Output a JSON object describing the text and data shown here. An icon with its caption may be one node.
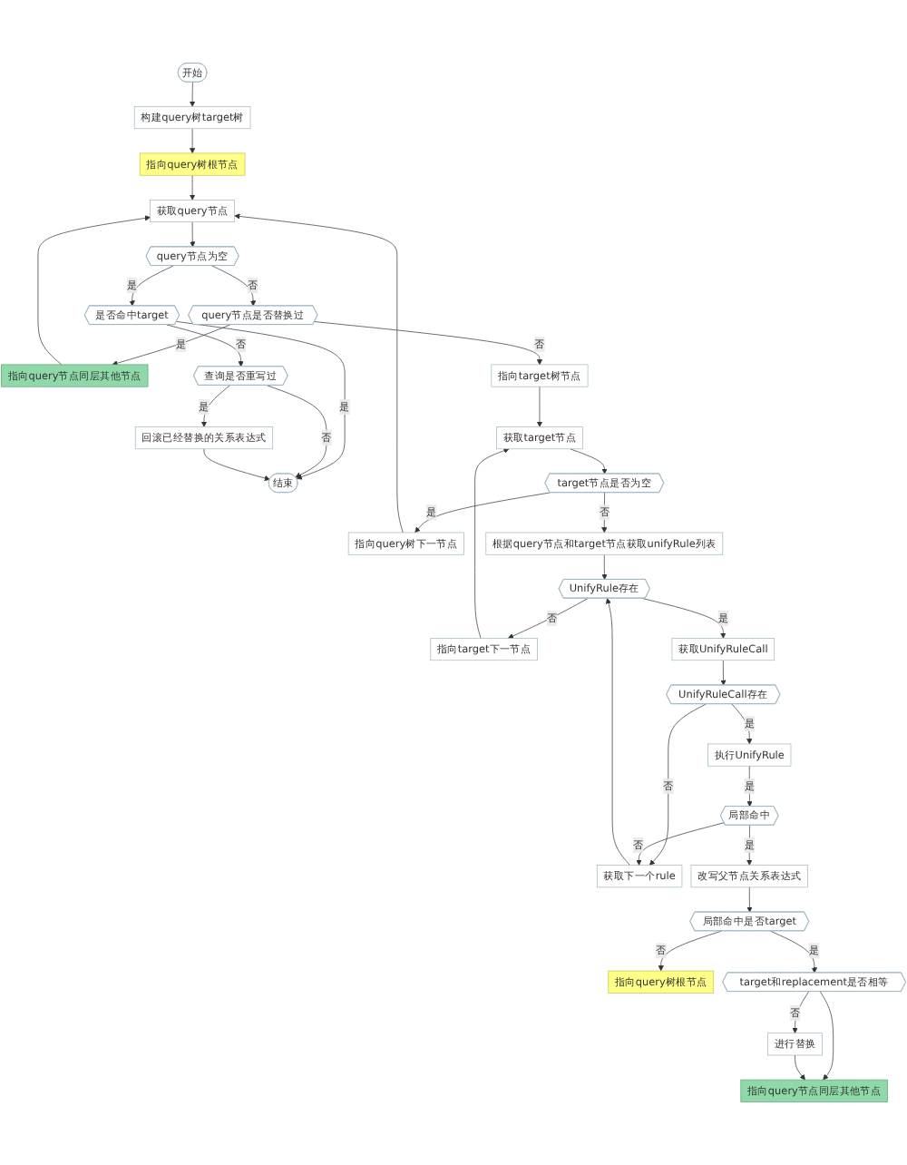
{
  "diagram": {
    "nodes": [
      {
        "text": [
          "开始"
        ]
      },
      {
        "text": [
          "构建query树target树"
        ]
      },
      {
        "text": [
          "指向query树根节点"
        ]
      },
      {
        "text": [
          "指向query树下一节点"
        ]
      },
      {
        "text": [
          "指向query节点同层其他节点"
        ]
      },
      {
        "text": [
          "获取query节点"
        ]
      },
      {
        "text": [
          "query节点为空"
        ]
      },
      {
        "text": [
          "query节点是否替换过"
        ]
      },
      {
        "text": [
          "是否命中target"
        ]
      },
      {
        "text": [
          "指向target下一节点"
        ]
      },
      {
        "text": [
          "指向target树节点"
        ]
      },
      {
        "text": [
          "获取target节点"
        ]
      },
      {
        "text": [
          "查询是否重写过"
        ]
      },
      {
        "text": [
          "回滚已经替换的关系表达式"
        ]
      },
      {
        "text": [
          "结束"
        ]
      },
      {
        "text": [
          "target节点是否为空"
        ]
      },
      {
        "text": [
          "根据query节点和target节点获取unifyRule列表"
        ]
      },
      {
        "text": [
          "获取下一个rule"
        ]
      },
      {
        "text": [
          "UnifyRule存在"
        ]
      },
      {
        "text": [
          "获取UnifyRuleCall"
        ]
      },
      {
        "text": [
          "UnifyRuleCall存在"
        ]
      },
      {
        "text": [
          "执行UnifyRule"
        ]
      },
      {
        "text": [
          "局部命中"
        ]
      },
      {
        "text": [
          "改写父节点关系表达式"
        ]
      },
      {
        "text": [
          "指向query树根节点"
        ]
      },
      {
        "text": [
          "局部命中是否target"
        ]
      },
      {
        "text": [
          "target和replacement是否相等"
        ]
      },
      {
        "text": [
          "指向query节点同层其他节点"
        ]
      },
      {
        "text": [
          "进行替换"
        ]
      }
    ],
    "edges": [
      {
        "from": 0,
        "to": 1,
        "arrow": "to"
      },
      {
        "from": 1,
        "to": 2,
        "arrow": "to"
      },
      {
        "from": 2,
        "to": 5,
        "arrow": "to"
      },
      {
        "from": 3,
        "to": 5,
        "arrow": "to"
      },
      {
        "from": 4,
        "to": 5,
        "arrow": "to"
      },
      {
        "from": 5,
        "to": 6,
        "arrow": "to"
      },
      {
        "from": 6,
        "to": 7,
        "label": "否",
        "arrow": "to"
      },
      {
        "from": 6,
        "to": 8,
        "label": "是",
        "arrow": "to"
      },
      {
        "from": 7,
        "to": 4,
        "label": "是",
        "arrow": "to"
      },
      {
        "from": 7,
        "to": 10,
        "label": "否",
        "arrow": "to"
      },
      {
        "from": 8,
        "to": 12,
        "label": "否",
        "arrow": "to"
      },
      {
        "from": 8,
        "to": 14,
        "label": "是",
        "arrow": "to"
      },
      {
        "from": 12,
        "to": 13,
        "label": "是",
        "arrow": "to"
      },
      {
        "from": 12,
        "to": 14,
        "label": "否",
        "arrow": "to"
      },
      {
        "from": 13,
        "to": 14,
        "arrow": "to"
      },
      {
        "from": 10,
        "to": 11,
        "arrow": "to"
      },
      {
        "from": 9,
        "to": 11,
        "arrow": "to"
      },
      {
        "from": 11,
        "to": 15,
        "arrow": "to"
      },
      {
        "from": 15,
        "to": 3,
        "label": "是",
        "arrow": "to"
      },
      {
        "from": 15,
        "to": 16,
        "label": "否",
        "arrow": "to"
      },
      {
        "from": 16,
        "to": 18,
        "arrow": "to"
      },
      {
        "from": 17,
        "to": 18,
        "arrow": "to"
      },
      {
        "from": 18,
        "to": 9,
        "label": "否",
        "arrow": "to"
      },
      {
        "from": 18,
        "to": 19,
        "label": "是",
        "arrow": "to"
      },
      {
        "from": 19,
        "to": 20,
        "arrow": "to"
      },
      {
        "from": 20,
        "to": 21,
        "label": "是",
        "arrow": "to"
      },
      {
        "from": 20,
        "to": 17,
        "label": "否",
        "arrow": "to"
      },
      {
        "from": 21,
        "to": 22,
        "label": "是",
        "arrow": "to"
      },
      {
        "from": 22,
        "to": 17,
        "label": "否",
        "arrow": "to"
      },
      {
        "from": 22,
        "to": 23,
        "label": "是",
        "arrow": "to"
      },
      {
        "from": 23,
        "to": 25,
        "arrow": "to"
      },
      {
        "from": 25,
        "to": 24,
        "label": "否",
        "arrow": "to"
      },
      {
        "from": 25,
        "to": 26,
        "label": "是",
        "arrow": "to"
      },
      {
        "from": 26,
        "to": 28,
        "label": "否",
        "arrow": "to"
      },
      {
        "from": 26,
        "to": 27,
        "arrow": "to"
      },
      {
        "from": 28,
        "to": 27,
        "arrow": "to"
      }
    ]
  }
}
